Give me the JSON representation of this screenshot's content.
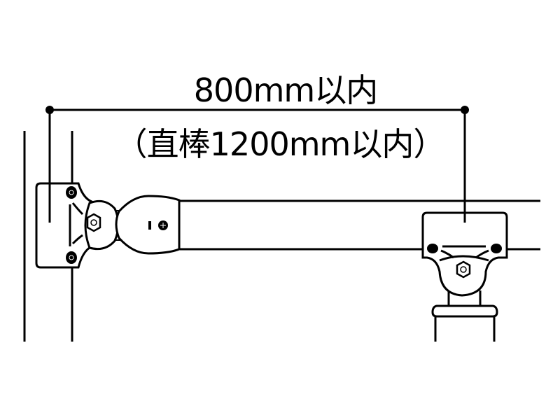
{
  "diagram": {
    "dimension_label": "800mm以内",
    "dimension_note": "（直棒1200mm以内）",
    "colors": {
      "line": "#000000",
      "background": "#ffffff"
    },
    "elements": [
      "dimension-line",
      "left-vertical-pipe",
      "left-clamp-fitting",
      "swivel-joint",
      "horizontal-pipe",
      "right-clamp-fitting",
      "right-vertical-post"
    ]
  }
}
